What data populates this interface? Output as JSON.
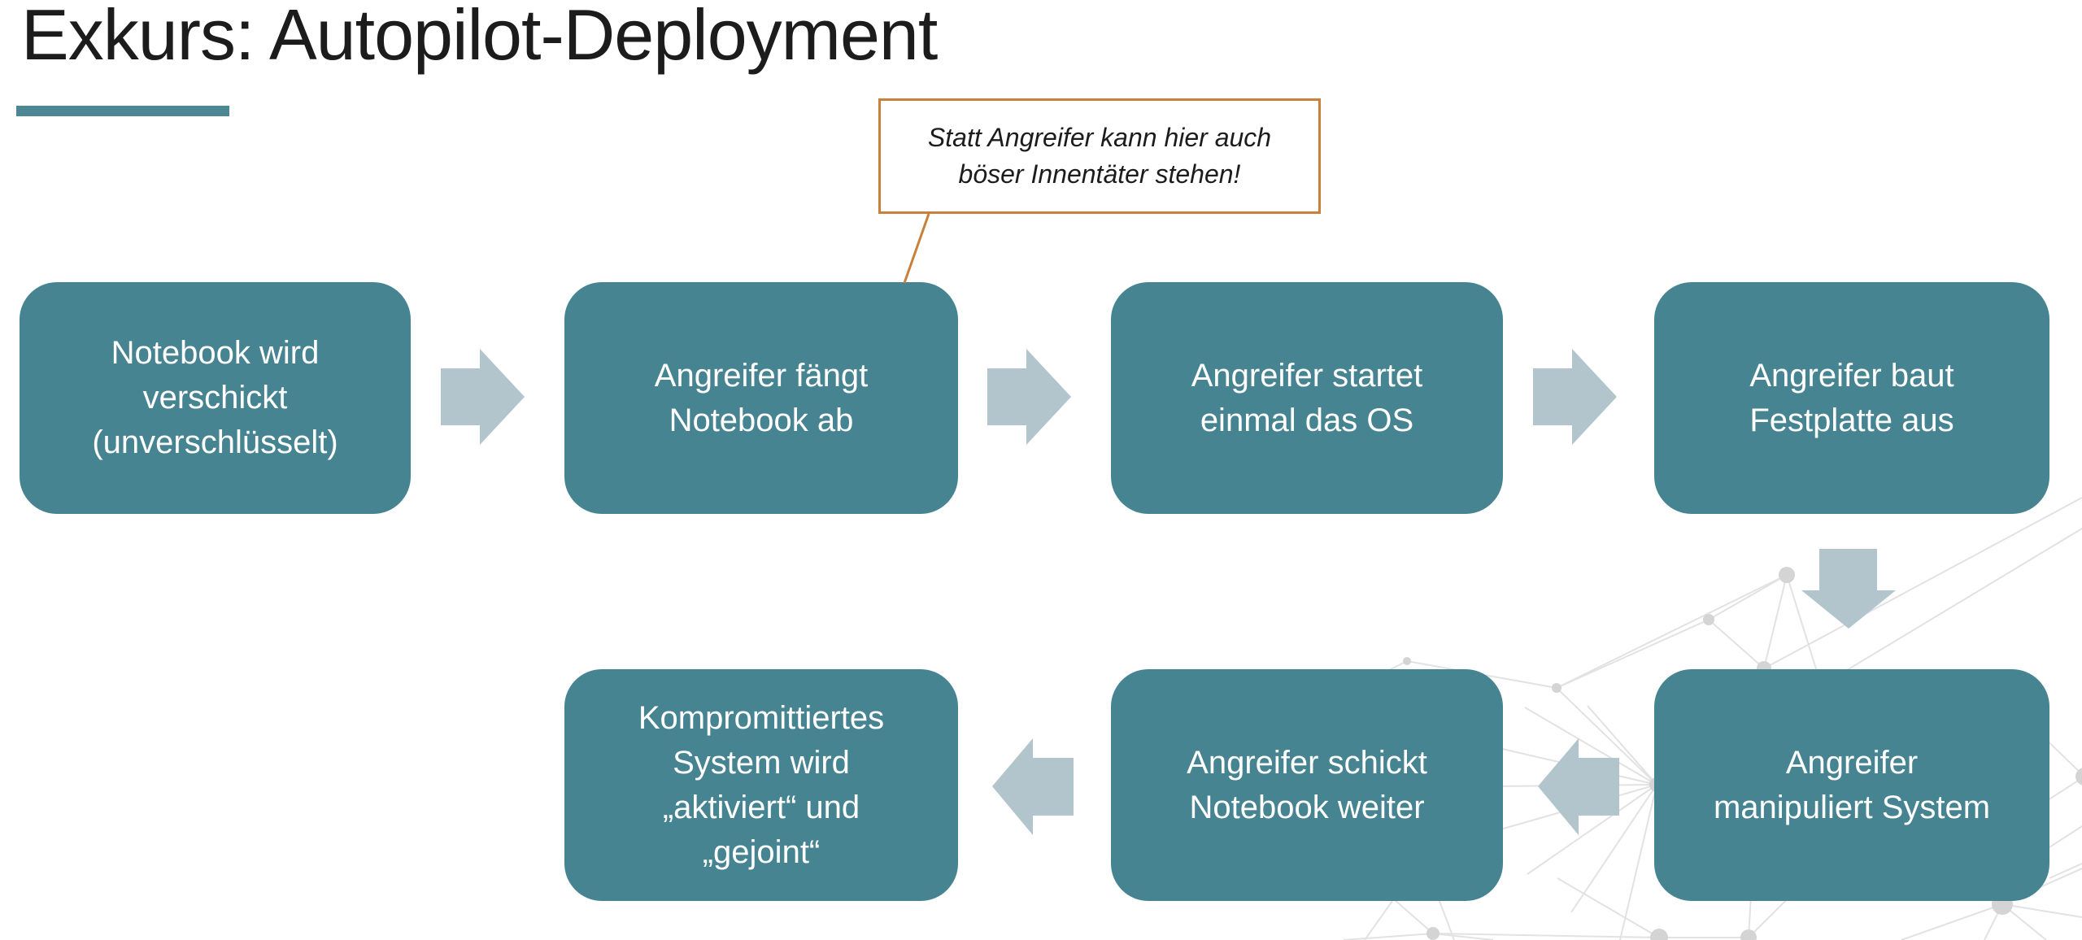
{
  "slide": {
    "title": "Exkurs: Autopilot-Deployment"
  },
  "callout": {
    "text": "Statt Angreifer kann hier auch\nböser Innentäter stehen!"
  },
  "flow": {
    "steps": [
      {
        "id": 1,
        "label": "Notebook wird\nverschickt\n(unverschlüsselt)"
      },
      {
        "id": 2,
        "label": "Angreifer fängt\nNotebook ab"
      },
      {
        "id": 3,
        "label": "Angreifer startet\neinmal das OS"
      },
      {
        "id": 4,
        "label": "Angreifer baut\nFestplatte aus"
      },
      {
        "id": 5,
        "label": "Angreifer\nmanipuliert System"
      },
      {
        "id": 6,
        "label": "Angreifer schickt\nNotebook weiter"
      },
      {
        "id": 7,
        "label": "Kompromittiertes\nSystem wird\n„aktiviert“ und\n„gejoint“"
      }
    ]
  },
  "colors": {
    "box_fill": "#478492",
    "box_text": "#FFFFFF",
    "arrow_fill": "#B2C4CC",
    "callout_border": "#C8813B",
    "title_underline": "#4D8795",
    "title_text": "#1C1C1C",
    "network_line": "#E2E2E2",
    "network_node": "#D4D4D4",
    "background": "#FFFFFF"
  },
  "icons": {
    "right_arrow": "block-arrow-right",
    "left_arrow": "block-arrow-left",
    "down_arrow": "block-arrow-down"
  }
}
